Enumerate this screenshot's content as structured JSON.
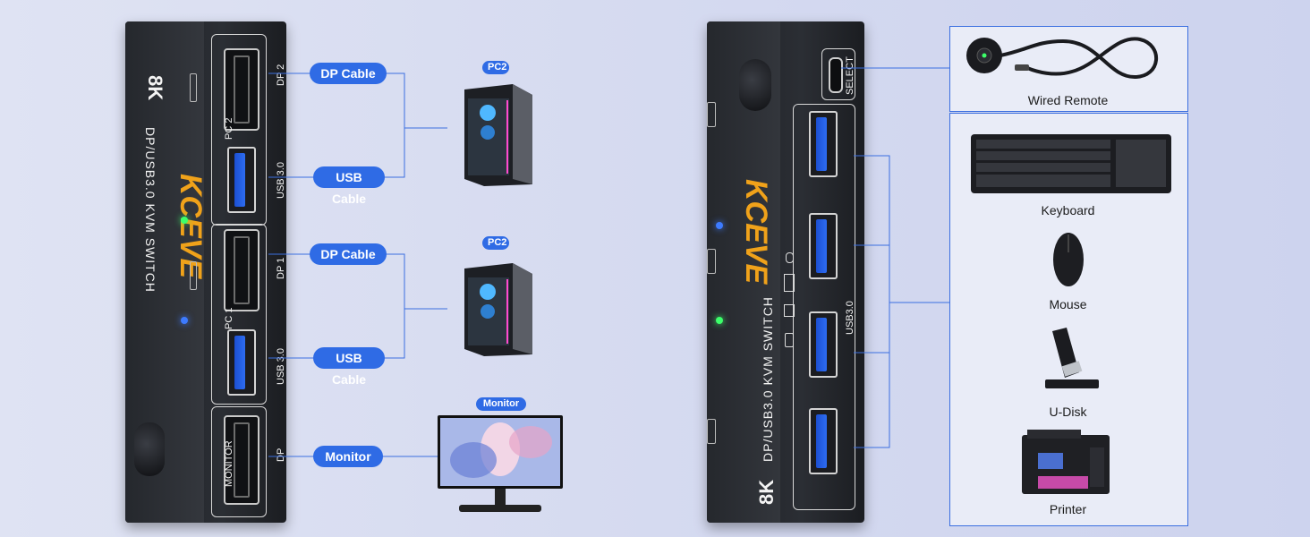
{
  "left_device": {
    "brand": "8K",
    "product_title": "DP/USB3.0 KVM SWITCH",
    "logo": "KCEVE",
    "port_groups": [
      {
        "name": "PC 2",
        "ports": [
          "DP 2",
          "USB 3.0"
        ]
      },
      {
        "name": "PC 1",
        "ports": [
          "DP 1",
          "USB 3.0"
        ]
      },
      {
        "name": "MONITOR",
        "ports": [
          "DP"
        ]
      }
    ]
  },
  "cables": [
    {
      "label": "DP Cable"
    },
    {
      "label": "USB Cable"
    },
    {
      "label": "DP Cable"
    },
    {
      "label": "USB Cable"
    },
    {
      "label": "Monitor"
    }
  ],
  "targets": [
    {
      "tag": "PC2",
      "icon": "pc-tower-icon"
    },
    {
      "tag": "PC2",
      "icon": "pc-tower-icon"
    },
    {
      "tag": "Monitor",
      "icon": "monitor-icon"
    }
  ],
  "right_device": {
    "brand": "8K",
    "product_title": "DP/USB3.0 KVM SWITCH",
    "logo": "KCEVE",
    "select_label": "SELECT",
    "usb_label": "USB3.0"
  },
  "peripherals": {
    "remote": {
      "label": "Wired Remote",
      "icon": "wired-remote-icon"
    },
    "items": [
      {
        "label": "Keyboard",
        "icon": "keyboard-icon"
      },
      {
        "label": "Mouse",
        "icon": "mouse-icon"
      },
      {
        "label": "U-Disk",
        "icon": "usb-drive-icon"
      },
      {
        "label": "Printer",
        "icon": "printer-icon"
      }
    ]
  },
  "colors": {
    "accent": "#2f6be5",
    "connector_line": "#3b6fe0",
    "led_green": "#3cff6a",
    "led_blue": "#3d7bff"
  }
}
